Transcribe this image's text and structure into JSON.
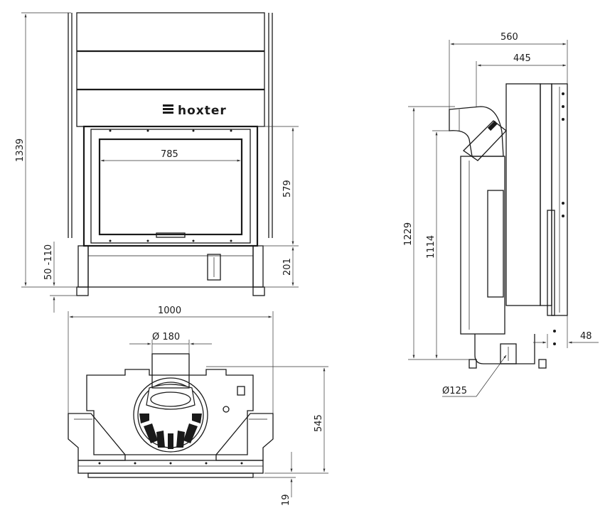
{
  "brand": {
    "name": "hoxter"
  },
  "front_view": {
    "height_total": "1339",
    "width_glass": "785",
    "height_glass": "579",
    "height_base": "201",
    "feet_range": "50 -110"
  },
  "top_view": {
    "width_total": "1000",
    "flue_diameter": "Ø 180",
    "depth": "545",
    "bottom_offset": "19"
  },
  "side_view": {
    "depth_total": "560",
    "depth_body": "445",
    "height_total": "1229",
    "height_flue_axis": "1114",
    "side_offset": "48",
    "air_inlet_diameter": "Ø125"
  }
}
